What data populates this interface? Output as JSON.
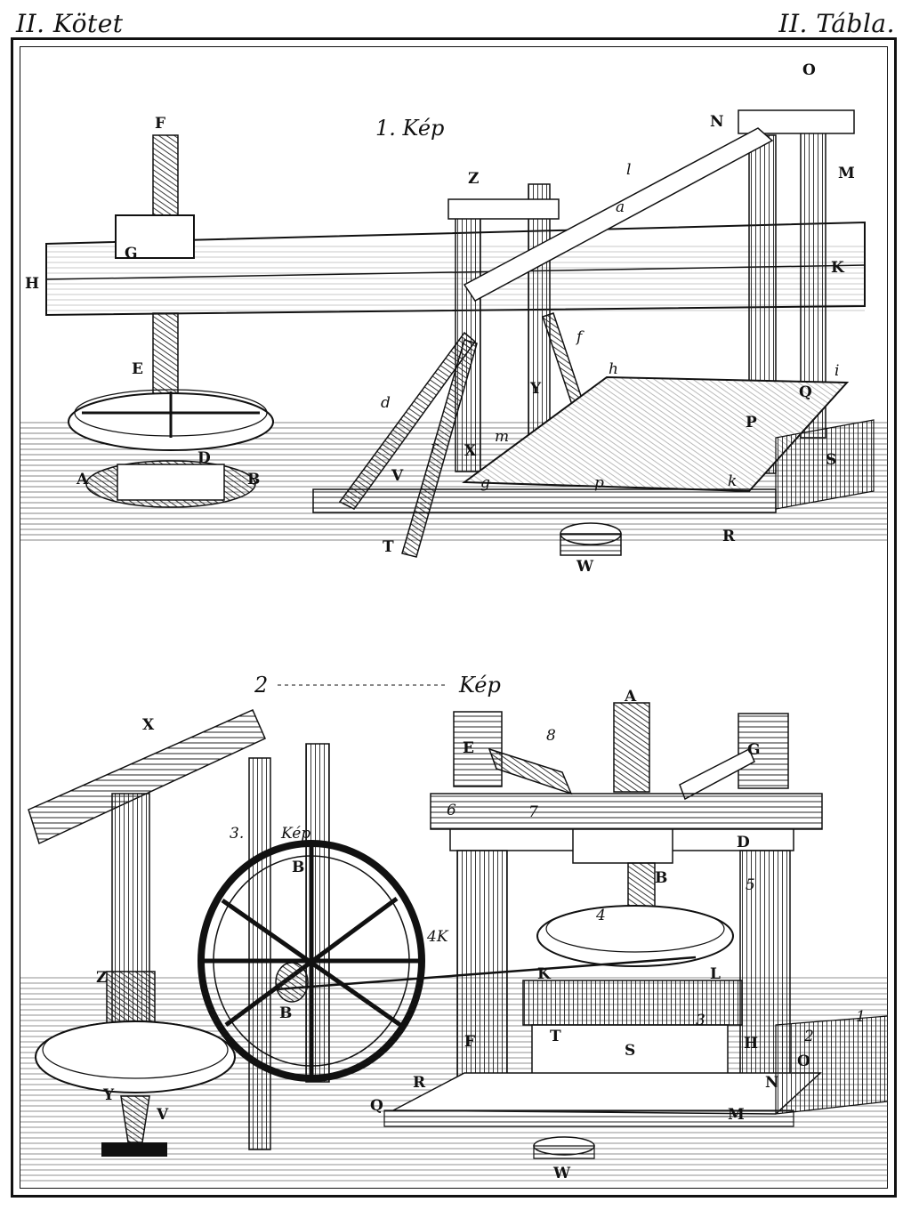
{
  "header": {
    "volume": "II. Kötet",
    "plate": "II. Tábla."
  },
  "figure1": {
    "caption": "1. Kép",
    "labels": [
      "F",
      "G",
      "H",
      "E",
      "A",
      "D",
      "B",
      "Z",
      "N",
      "O",
      "M",
      "K",
      "l",
      "a",
      "f",
      "d",
      "h",
      "i",
      "Y",
      "Q",
      "P",
      "m",
      "X",
      "V",
      "T",
      "W",
      "R",
      "S",
      "g",
      "k",
      "p",
      "r"
    ]
  },
  "figure2": {
    "caption_num": "2",
    "caption_word": "Kép",
    "labels": [
      "A",
      "E",
      "G",
      "8",
      "6",
      "7",
      "D",
      "5",
      "B",
      "4",
      "K",
      "L",
      "F",
      "T",
      "S",
      "H",
      "Q",
      "R",
      "M",
      "N",
      "O",
      "W",
      "1",
      "2",
      "3",
      "X",
      "Z",
      "Y",
      "V"
    ]
  },
  "figure3": {
    "caption_num": "3.",
    "caption_word": "Kép",
    "labels": [
      "B",
      "4K",
      "B"
    ]
  },
  "colors": {
    "ink": "#111111",
    "paper": "#ffffff"
  }
}
